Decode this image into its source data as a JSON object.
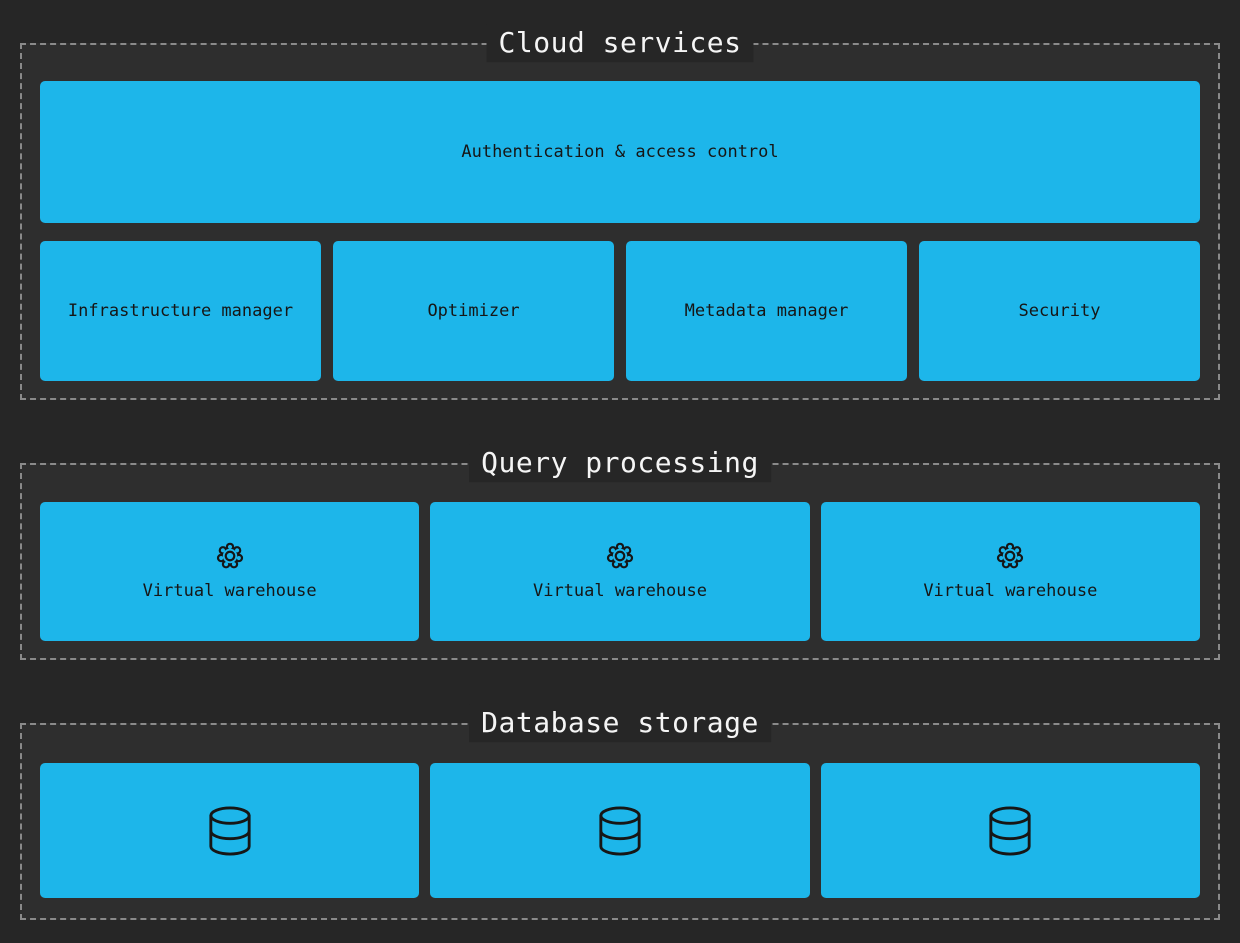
{
  "colors": {
    "page_bg": "#262626",
    "section_bg": "#2e2e2e",
    "dash_border": "#8a8a8a",
    "box_fill": "#1db6ea",
    "box_text": "#161616",
    "title_text": "#f5f5f5"
  },
  "sections": [
    {
      "title": "Cloud services",
      "wide_box": {
        "label": "Authentication & access control"
      },
      "boxes": [
        {
          "label": "Infrastructure manager"
        },
        {
          "label": "Optimizer"
        },
        {
          "label": "Metadata manager"
        },
        {
          "label": "Security"
        }
      ]
    },
    {
      "title": "Query processing",
      "boxes": [
        {
          "icon": "gear-icon",
          "label": "Virtual warehouse"
        },
        {
          "icon": "gear-icon",
          "label": "Virtual warehouse"
        },
        {
          "icon": "gear-icon",
          "label": "Virtual warehouse"
        }
      ]
    },
    {
      "title": "Database storage",
      "boxes": [
        {
          "icon": "database-icon"
        },
        {
          "icon": "database-icon"
        },
        {
          "icon": "database-icon"
        }
      ]
    }
  ]
}
